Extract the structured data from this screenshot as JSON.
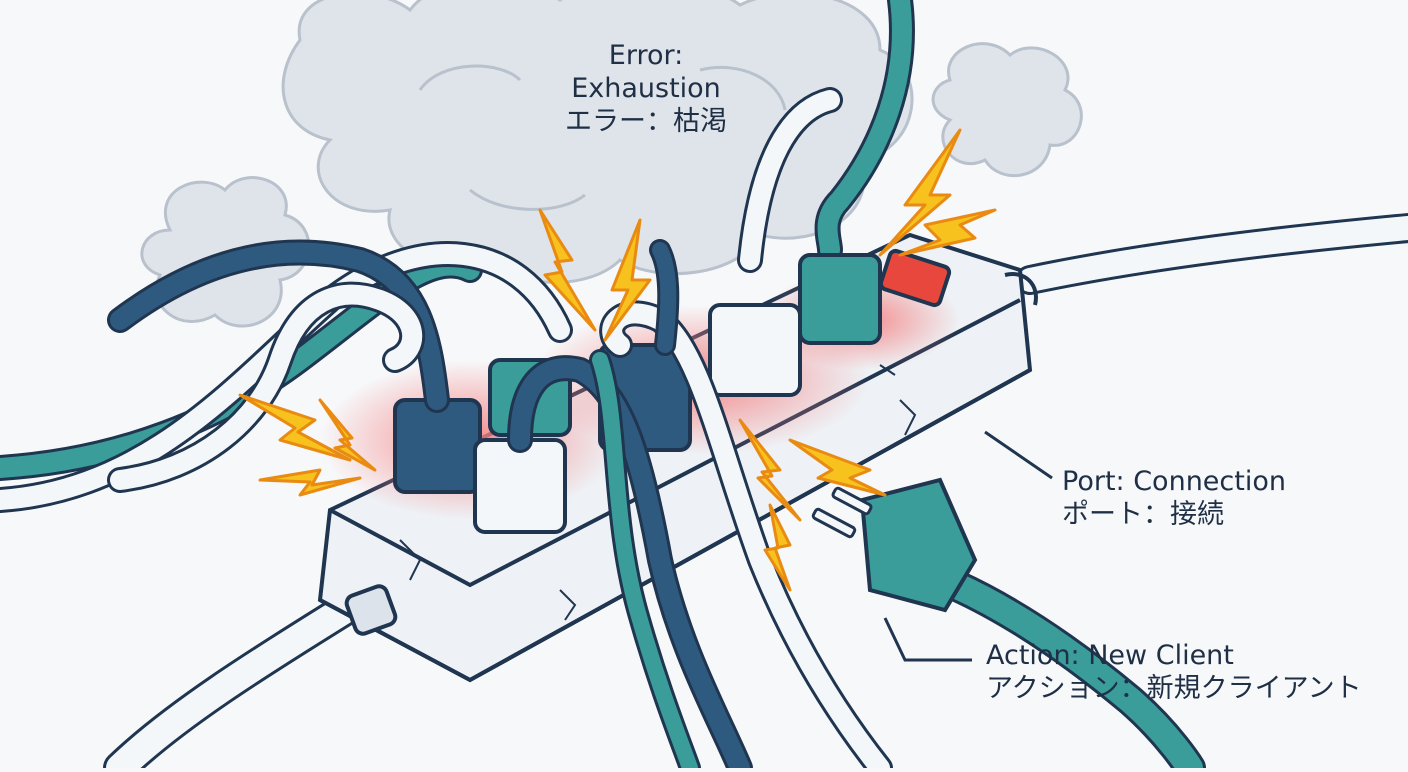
{
  "labels": {
    "error": {
      "en": "Error:\nExhaustion",
      "en_line1": "Error:",
      "en_line2": "Exhaustion",
      "ja": "エラー：枯渇"
    },
    "port": {
      "en": "Port: Connection",
      "ja": "ポート：接続"
    },
    "action": {
      "en": "Action: New Client",
      "ja": "アクション：新規クライアント"
    }
  },
  "colors": {
    "background": "#f7f8fa",
    "outline": "#1f3550",
    "smoke": "#dfe4ea",
    "strip_body": "#eef2f6",
    "overheat_glow": "#f47f7f",
    "cable_navy": "#2f5a7f",
    "cable_teal": "#3a9d9a",
    "cable_white": "#f4f7fa",
    "spark": "#f7c21d",
    "spark_edge": "#e98b12",
    "switch_red": "#e8473d"
  },
  "icons": [
    "smoke-cloud-icon",
    "lightning-spark-icon",
    "power-strip-icon",
    "plug-icon",
    "cable-icon",
    "crack-icon"
  ]
}
